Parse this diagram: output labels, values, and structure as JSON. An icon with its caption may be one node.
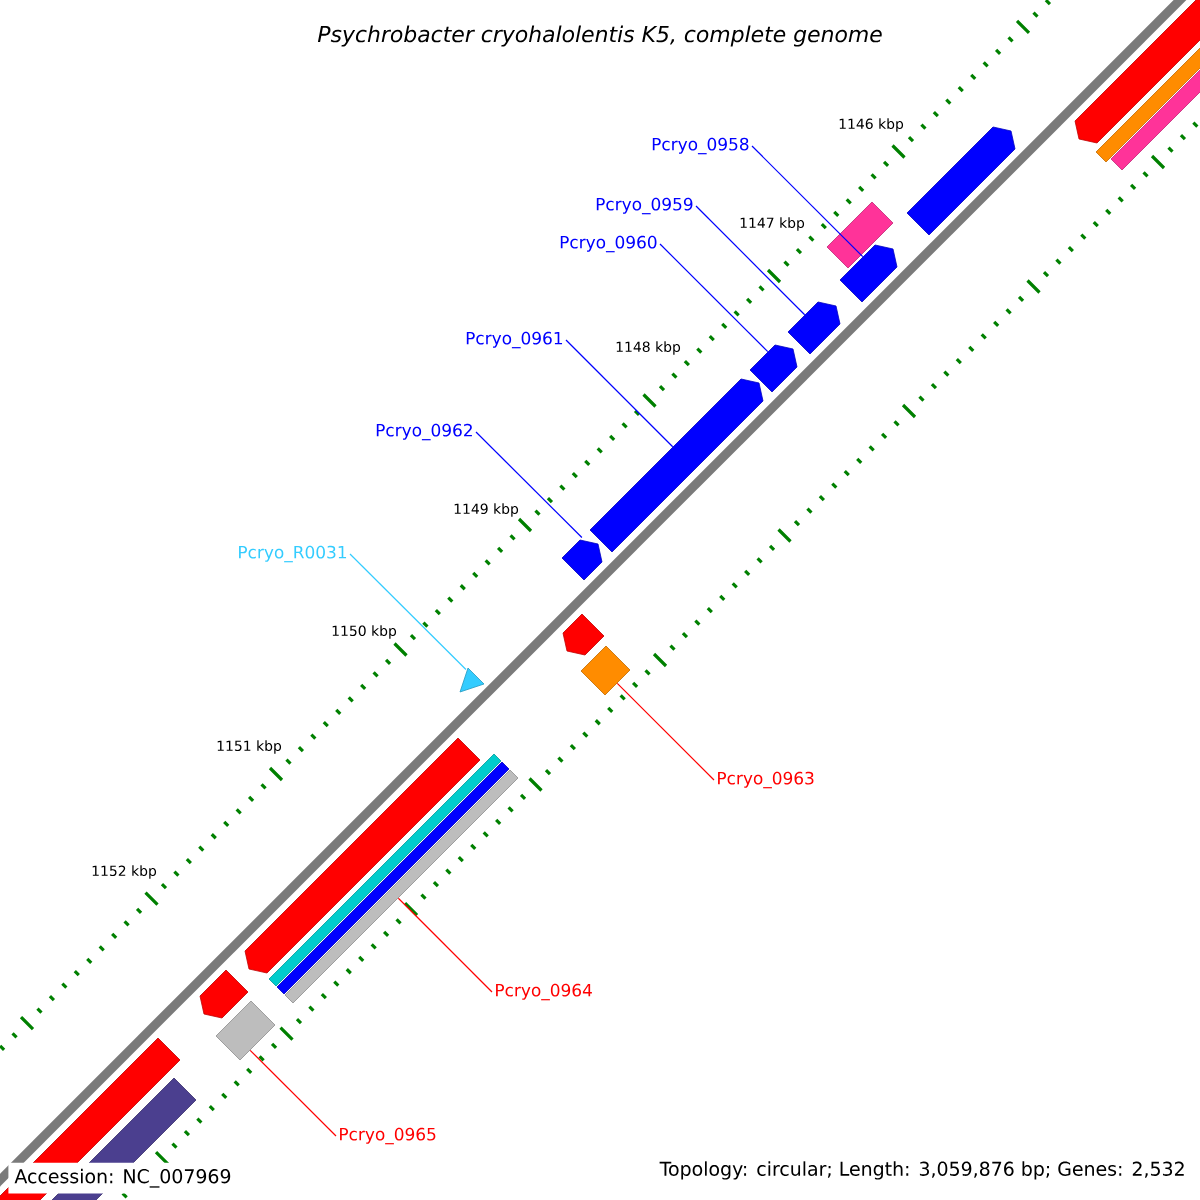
{
  "diagram": {
    "title": "Psychrobacter cryohalolentis K5, complete genome",
    "nodes": [
      {
        "text": [
          "Pcryo_0958"
        ]
      },
      {
        "text": [
          "Pcryo_0959"
        ]
      },
      {
        "text": [
          "Pcryo_0960"
        ]
      },
      {
        "text": [
          "Pcryo_0961"
        ]
      },
      {
        "text": [
          "Pcryo_0962"
        ]
      },
      {
        "text": [
          "Pcryo_R0031"
        ]
      },
      {
        "text": [
          "Pcryo_0963"
        ]
      },
      {
        "text": [
          "Pcryo_0964"
        ]
      },
      {
        "text": [
          "Pcryo_0965"
        ]
      },
      {
        "text": [],
        "shape": "bar"
      },
      {
        "text": [],
        "shape": "bar"
      },
      {
        "text": [],
        "shape": "bar"
      },
      {
        "text": [],
        "shape": "bar"
      },
      {
        "text": [],
        "shape": "bar"
      },
      {
        "text": [],
        "shape": "triangle"
      },
      {
        "text": [],
        "shape": "diamond"
      },
      {
        "text": [],
        "shape": "bar"
      },
      {
        "text": [],
        "shape": "bar"
      }
    ],
    "edges": [
      {
        "from": 0,
        "to": 9,
        "arrow": "none"
      },
      {
        "from": 1,
        "to": 10,
        "arrow": "none"
      },
      {
        "from": 2,
        "to": 11,
        "arrow": "none"
      },
      {
        "from": 3,
        "to": 12,
        "arrow": "none"
      },
      {
        "from": 4,
        "to": 13,
        "arrow": "none"
      },
      {
        "from": 5,
        "to": 14,
        "arrow": "none",
        "color": "#33ccff"
      },
      {
        "from": 6,
        "to": 15,
        "arrow": "none",
        "color": "#ff0000"
      },
      {
        "from": 7,
        "to": 16,
        "arrow": "none",
        "color": "#ff0000"
      },
      {
        "from": 8,
        "to": 17,
        "arrow": "none",
        "color": "#ff0000"
      }
    ],
    "labels": [
      "1146 kbp",
      "1147 kbp",
      "1148 kbp",
      "1149 kbp",
      "1150 kbp",
      "1151 kbp",
      "1152 kbp",
      "Accession: NC_007969",
      "Topology: circular; Length: 3,059,876 bp; Genes: 2,532"
    ]
  }
}
